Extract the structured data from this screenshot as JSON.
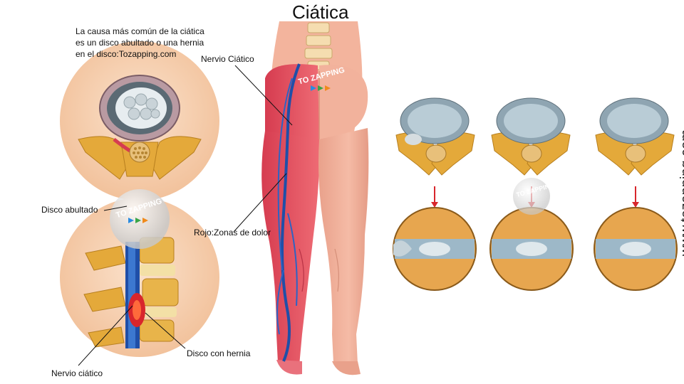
{
  "title": "Ciática",
  "intro_lines": [
    "La causa más común de la ciática",
    "es un disco abultado o una hernia",
    "en el disco:Tozapping.com"
  ],
  "labels": {
    "nervio_ciatico_top": "Nervio Ciático",
    "disco_abultado": "Disco abultado",
    "rojo_zonas": "Rojo:Zonas de dolor",
    "disco_hernia": "Disco con hernia",
    "nervio_ciatico_bottom": "Nervio ciático"
  },
  "watermark": {
    "badge_text": "TO ZAPPING",
    "side_url": "www.tozapping.com"
  },
  "colors": {
    "pain_red": "#e2505f",
    "skin": "#f2b29c",
    "nerve_blue": "#1f4fa8",
    "bone": "#e4a93a",
    "cartilage": "#9db8c8",
    "sphere_bg": "#f6d3b6"
  }
}
